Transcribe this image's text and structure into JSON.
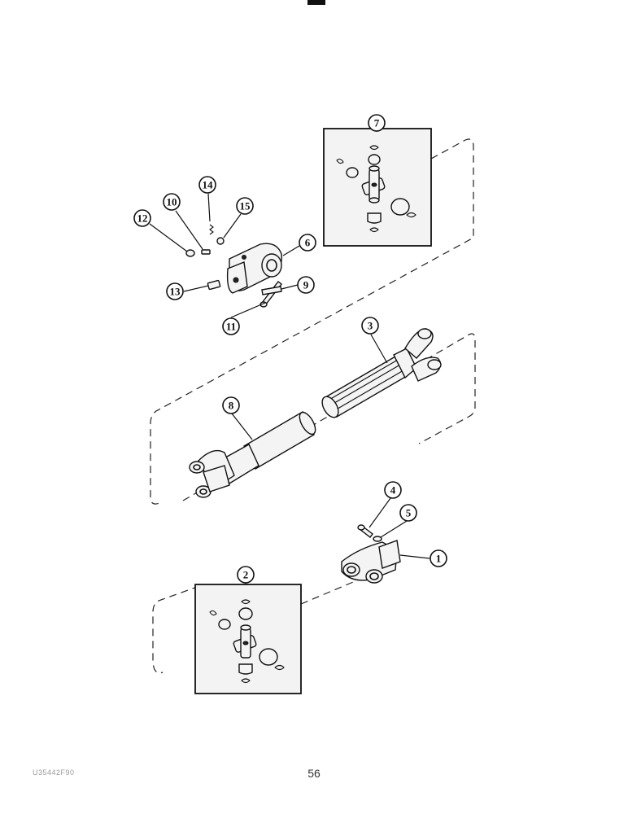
{
  "page": {
    "number": "56",
    "doc_code": "U35442F90"
  },
  "callouts": [
    {
      "id": "callout-1",
      "label": "1"
    },
    {
      "id": "callout-2",
      "label": "2"
    },
    {
      "id": "callout-3",
      "label": "3"
    },
    {
      "id": "callout-4",
      "label": "4"
    },
    {
      "id": "callout-5",
      "label": "5"
    },
    {
      "id": "callout-6",
      "label": "6"
    },
    {
      "id": "callout-7",
      "label": "7"
    },
    {
      "id": "callout-8",
      "label": "8"
    },
    {
      "id": "callout-9",
      "label": "9"
    },
    {
      "id": "callout-10",
      "label": "10"
    },
    {
      "id": "callout-11",
      "label": "11"
    },
    {
      "id": "callout-12",
      "label": "12"
    },
    {
      "id": "callout-13",
      "label": "13"
    },
    {
      "id": "callout-14",
      "label": "14"
    },
    {
      "id": "callout-15",
      "label": "15"
    }
  ]
}
